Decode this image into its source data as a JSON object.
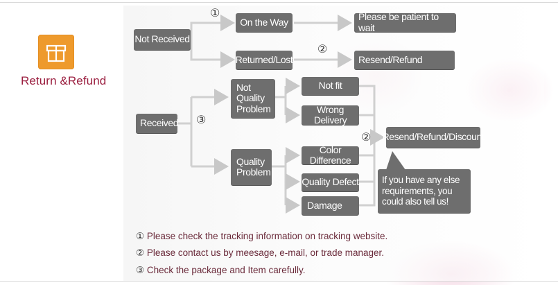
{
  "brand": {
    "title": "Return &Refund",
    "icon": "gift-icon",
    "color": "#ee9a2c"
  },
  "flow": {
    "not_received": "Not Received",
    "on_the_way": "On the Way",
    "be_patient": "Please be patient to wait",
    "returned_lost": "Returned/Lost",
    "resend_refund": "Resend/Refund",
    "received": "Received",
    "not_quality_problem": "Not\nQuality\nProblem",
    "not_fit": "Not fit",
    "wrong_delivery": "Wrong Delivery",
    "resend_refund_discount": "Resend/Refund/Discount",
    "quality_problem": "Quality\nProblem",
    "color_difference": "Color Difference",
    "quality_defect": "Quality Defect",
    "damage": "Damage",
    "speech": "If you have any else requirements, you could also tell us!"
  },
  "marks": {
    "m1": "①",
    "m2": "②",
    "m3": "③"
  },
  "notes": [
    {
      "mark": "①",
      "text": "Please check the tracking information on tracking website."
    },
    {
      "mark": "②",
      "text": "Please contact us by meesage, e-mail, or trade manager."
    },
    {
      "mark": "③",
      "text": "Check the package and Item carefully."
    }
  ]
}
